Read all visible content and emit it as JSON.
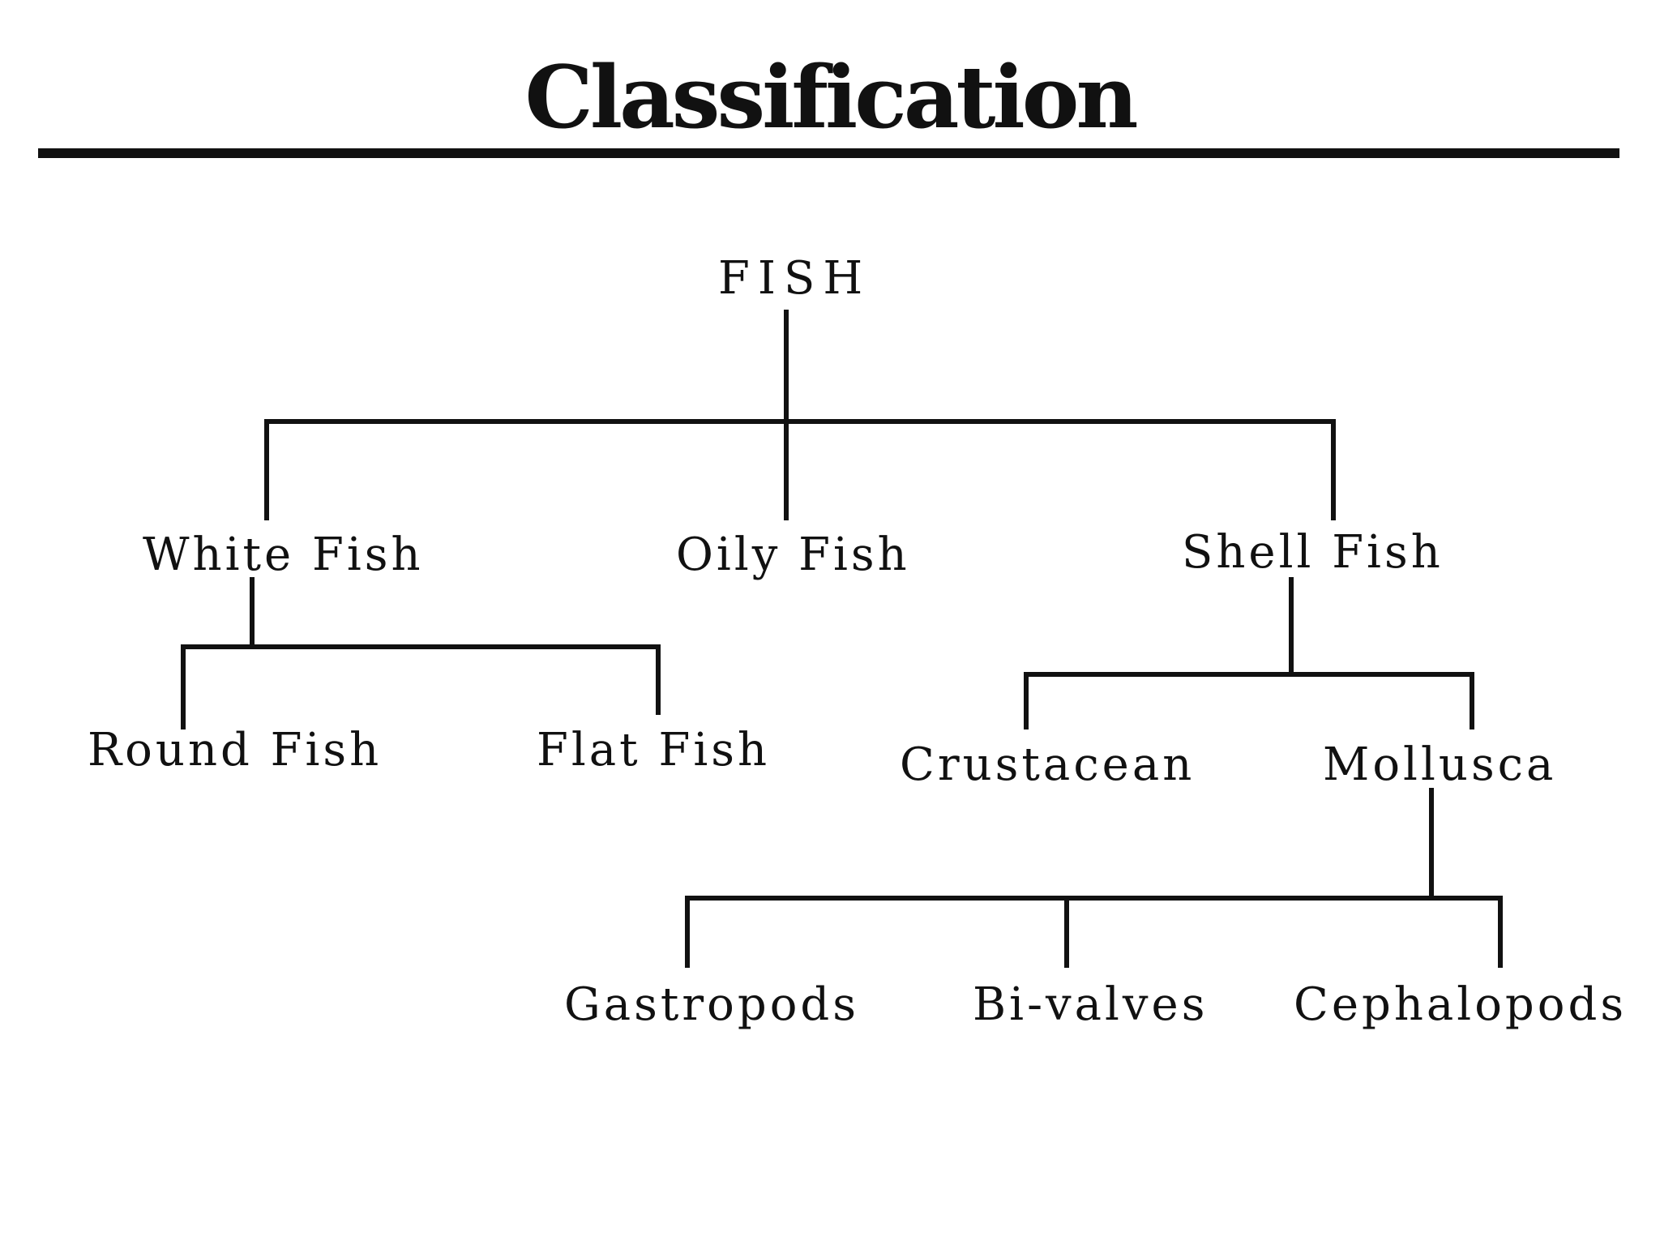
{
  "title": "Classification",
  "colors": {
    "ink": "#111111",
    "background": "#ffffff"
  },
  "tree": {
    "root": "FISH",
    "level1": {
      "white_fish": "White Fish",
      "oily_fish": "Oily Fish",
      "shell_fish": "Shell Fish"
    },
    "white_fish_children": {
      "round_fish": "Round Fish",
      "flat_fish": "Flat Fish"
    },
    "shell_fish_children": {
      "crustacean": "Crustacean",
      "mollusca": "Mollusca"
    },
    "mollusca_children": {
      "gastropods": "Gastropods",
      "bivalves": "Bi-valves",
      "cephalopods": "Cephalopods"
    }
  }
}
